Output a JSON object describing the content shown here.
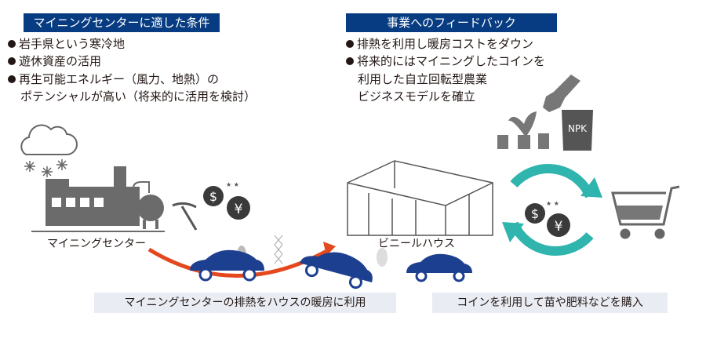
{
  "left_panel": {
    "title": "マイニングセンターに適した条件",
    "bullets": [
      "岩手県という寒冷地",
      "遊休資産の活用",
      "再生可能エネルギー（風力、地熱）の"
    ],
    "continuation": "ポテンシャルが高い（将来的に活用を検討）"
  },
  "right_panel": {
    "title": "事業へのフィードバック",
    "bullets": [
      "排熱を利用し暖房コストをダウン",
      "将来的にはマイニングしたコインを"
    ],
    "continuation": [
      "利用した自立回転型農業",
      "ビジネスモデルを確立"
    ]
  },
  "labels": {
    "mining_center": "マイニングセンター",
    "greenhouse": "ビニールハウス",
    "npk": "NPK",
    "dollar": "$",
    "yen": "¥"
  },
  "footers": {
    "left": "マイニングセンターの排熱をハウスの暖房に利用",
    "right": "コインを利用して苗や肥料などを購入"
  },
  "colors": {
    "navy": "#073c82",
    "teal": "#2fb4ae",
    "orange": "#e4481e",
    "gray": "#666666",
    "car": "#1d3f8f"
  }
}
